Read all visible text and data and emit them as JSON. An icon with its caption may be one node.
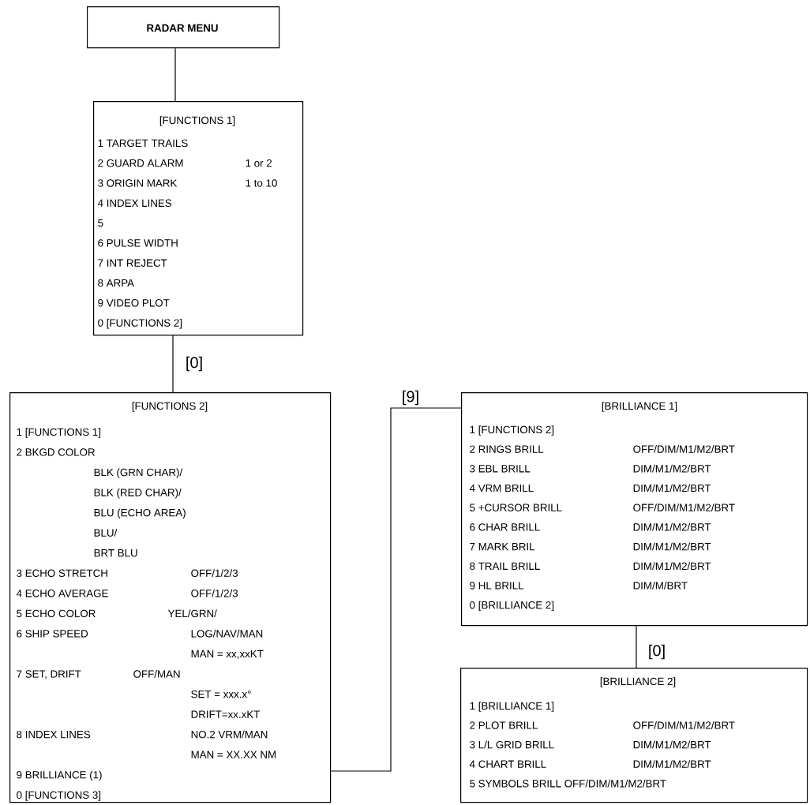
{
  "diagram": {
    "nodes": [
      {
        "text": [
          "RADAR MENU"
        ]
      },
      {
        "text": [
          "[FUNCTIONS 1]",
          "1 TARGET TRAILS",
          "2 GUARD ALARM",
          "1 or 2",
          "3 ORIGIN MARK",
          "1 to 10",
          "4 INDEX LINES",
          "5",
          "6 PULSE WIDTH",
          "7 INT REJECT",
          "8 ARPA",
          "9 VIDEO PLOT",
          "0 [FUNCTIONS 2]"
        ]
      },
      {
        "text": [
          "[FUNCTIONS 2]",
          "1 [FUNCTIONS 1]",
          "2 BKGD COLOR",
          "BLK (GRN CHAR)/",
          "BLK (RED CHAR)/",
          "BLU (ECHO AREA)",
          "BLU/",
          "BRT BLU",
          "3 ECHO STRETCH",
          "OFF/1/2/3",
          "4 ECHO AVERAGE",
          "OFF/1/2/3",
          "5 ECHO COLOR",
          "YEL/GRN/",
          "6 SHIP SPEED",
          "LOG/NAV/MAN",
          "MAN = xx,xxKT",
          "7 SET, DRIFT",
          "OFF/MAN",
          "SET = xxx.x°",
          "DRIFT=xx.xKT",
          "8 INDEX LINES",
          "NO.2 VRM/MAN",
          "MAN = XX.XX NM",
          "9 BRILLIANCE (1)",
          "0 [FUNCTIONS 3]"
        ]
      },
      {
        "text": [
          "[BRILLIANCE 1]",
          "1 [FUNCTIONS 2]",
          "2 RINGS BRILL",
          "OFF/DIM/M1/M2/BRT",
          "3 EBL BRILL",
          "DIM/M1/M2/BRT",
          "4 VRM BRILL",
          "DIM/M1/M2/BRT",
          "5 +CURSOR BRILL",
          "OFF/DIM/M1/M2/BRT",
          "6 CHAR BRILL",
          "DIM/M1/M2/BRT",
          "7 MARK BRIL",
          "DIM/M1/M2/BRT",
          "8 TRAIL BRILL",
          "DIM/M1/M2/BRT",
          "9 HL BRILL",
          "DIM/M/BRT",
          "0 [BRILLIANCE 2]"
        ]
      },
      {
        "text": [
          "[BRILLIANCE 2]",
          "1 [BRILLIANCE 1]",
          "2 PLOT BRILL",
          "OFF/DIM/M1/M2/BRT",
          "3 L/L GRID BRILL",
          "DIM/M1/M2/BRT",
          "4 CHART BRILL",
          "DIM/M1/M2/BRT",
          "5 SYMBOLS BRILL OFF/DIM/M1/M2/BRT"
        ]
      }
    ],
    "edges": [
      {
        "from": 0,
        "to": 1,
        "arrow": "none"
      },
      {
        "from": 1,
        "to": 2,
        "arrow": "none",
        "label": "[0]"
      },
      {
        "from": 2,
        "to": 3,
        "arrow": "none",
        "label": "[9]"
      },
      {
        "from": 3,
        "to": 4,
        "arrow": "none",
        "label": "[0]"
      }
    ]
  }
}
